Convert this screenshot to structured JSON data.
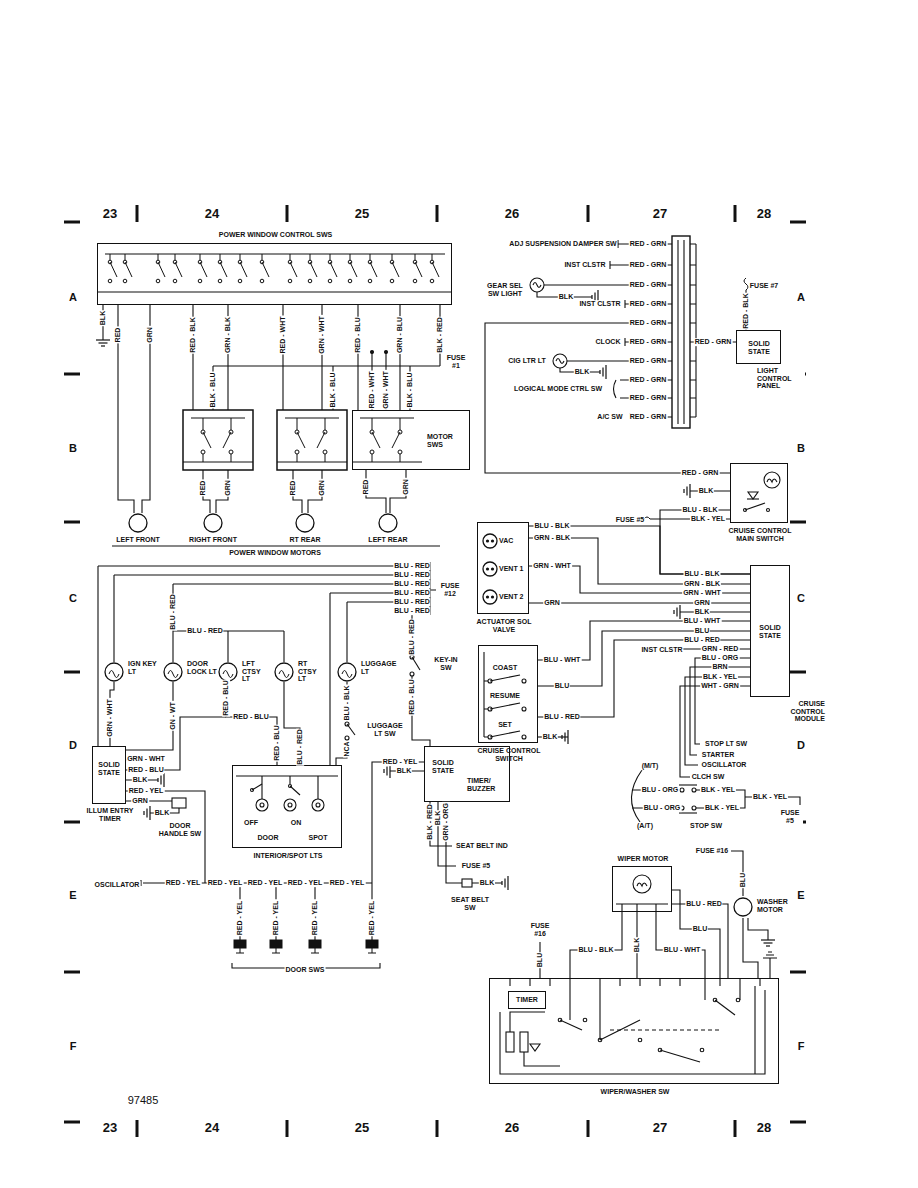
{
  "diagram": {
    "nodes": [
      {
        "text": [
          "POWER WINDOW CONTROL SWS"
        ]
      },
      {
        "text": [
          "MOTOR SWS"
        ]
      },
      {
        "text": [
          "LEFT FRONT"
        ]
      },
      {
        "text": [
          "RIGHT FRONT"
        ]
      },
      {
        "text": [
          "RT REAR"
        ]
      },
      {
        "text": [
          "LEFT REAR"
        ]
      },
      {
        "text": [
          "SOLID STATE",
          "LIGHT CONTROL PANEL"
        ]
      },
      {
        "text": [
          "CRUISE CONTROL MAIN SWITCH"
        ]
      },
      {
        "text": [
          "ACTUATOR SOL VALVE"
        ]
      },
      {
        "text": [
          "VAC"
        ],
        "in": 8
      },
      {
        "text": [
          "VENT 1"
        ],
        "in": 8
      },
      {
        "text": [
          "VENT 2"
        ],
        "in": 8
      },
      {
        "text": [
          "SOLID STATE",
          "CRUISE CONTROL MODULE"
        ]
      },
      {
        "text": [
          "CRUISE CONTROL SWITCH"
        ]
      },
      {
        "text": [
          "IGN KEY LT"
        ]
      },
      {
        "text": [
          "DOOR LOCK LT"
        ]
      },
      {
        "text": [
          "LFT CTSY LT"
        ]
      },
      {
        "text": [
          "RT CTSY LT"
        ]
      },
      {
        "text": [
          "LUGGAGE LT"
        ]
      },
      {
        "text": [
          "SOLID STATE",
          "ILLUM ENTRY TIMER"
        ]
      },
      {
        "text": [
          "INTERIOR/SPOT LTS"
        ]
      },
      {
        "text": [
          "SOLID STATE",
          "TIMER/ BUZZER"
        ]
      },
      {
        "text": [
          "WIPER MOTOR"
        ]
      },
      {
        "text": [
          "WASHER MOTOR"
        ]
      },
      {
        "text": [
          "WIPER/WASHER SW"
        ]
      },
      {
        "text": [
          "TIMER"
        ],
        "in": 24
      }
    ],
    "edges": [
      {
        "from": 0,
        "to": 2,
        "arrow": "none",
        "label": "RED"
      },
      {
        "from": 0,
        "to": 2,
        "arrow": "none",
        "label": "GRN"
      },
      {
        "from": 0,
        "to": 1,
        "arrow": "none",
        "label": "RED - BLU"
      },
      {
        "from": 0,
        "to": 1,
        "arrow": "none",
        "label": "GRN - BLU"
      },
      {
        "from": 1,
        "to": 5,
        "arrow": "none",
        "label": "RED"
      },
      {
        "from": 1,
        "to": 5,
        "arrow": "none",
        "label": "GRN"
      },
      {
        "from": 7,
        "to": 12,
        "arrow": "none",
        "label": "BLU - BLK"
      },
      {
        "from": 8,
        "to": 12,
        "arrow": "none",
        "label": "BLU - BLK"
      },
      {
        "from": 8,
        "to": 12,
        "arrow": "none",
        "label": "GRN - BLK"
      },
      {
        "from": 8,
        "to": 12,
        "arrow": "none",
        "label": "GRN - WHT"
      },
      {
        "from": 8,
        "to": 12,
        "arrow": "none",
        "label": "GRN"
      },
      {
        "from": 13,
        "to": 12,
        "arrow": "none",
        "label": "BLU - WHT"
      },
      {
        "from": 13,
        "to": 12,
        "arrow": "none",
        "label": "BLU"
      },
      {
        "from": 13,
        "to": 12,
        "arrow": "none",
        "label": "BLU - RED"
      },
      {
        "from": 22,
        "to": 24,
        "arrow": "none",
        "label": "BLK"
      },
      {
        "from": 22,
        "to": 24,
        "arrow": "none",
        "label": "BLU - WHT"
      },
      {
        "from": 22,
        "to": 24,
        "arrow": "none",
        "label": "BLU - BLK"
      },
      {
        "from": 23,
        "to": 24,
        "arrow": "none"
      },
      {
        "from": 19,
        "to": 14,
        "arrow": "none",
        "label": "GRN - WHT"
      },
      {
        "from": 19,
        "to": 15,
        "arrow": "none",
        "label": "GN - WT"
      },
      {
        "from": 16,
        "to": 20,
        "arrow": "none",
        "label": "RED - BLU"
      },
      {
        "from": 17,
        "to": 20,
        "arrow": "none",
        "label": "BLU - RED"
      }
    ],
    "labels": [
      "23",
      "24",
      "25",
      "26",
      "27",
      "28",
      "A",
      "B",
      "C",
      "D",
      "E",
      "F",
      "A",
      "B",
      "C",
      "D",
      "E",
      "F",
      "23",
      "24",
      "25",
      "26",
      "27",
      "28",
      "97485",
      "BLK",
      "RED - BLK",
      "GRN - BLK",
      "RED - WHT",
      "GRN - WHT",
      "BLK - RED",
      "FUSE #1",
      "BLK - BLU",
      "BLK - BLU",
      "RED - WHT",
      "GRN - WHT",
      "BLK - BLU",
      "RED",
      "GRN",
      "RED",
      "GRN",
      "POWER WINDOW MOTORS",
      "ADJ SUSPENSION DAMPER SW",
      "RED - GRN",
      "INST CLSTR",
      "RED - GRN",
      "GEAR SEL SW LIGHT",
      "BLK",
      "RED - GRN",
      "INST CLSTR",
      "RED - GRN",
      "RED - GRN",
      "CLOCK",
      "RED - GRN",
      "RED - GRN",
      "CIG LTR LT",
      "BLK",
      "RED - GRN",
      "LOGICAL MODE CTRL SW",
      "RED - GRN",
      "A/C SW",
      "RED - GRN",
      "RED - GRN",
      "FUSE #7",
      "RED - BLK",
      "RED - GRN",
      "BLK",
      "FUSE #5",
      "BLK - YEL",
      "BLU - BLK",
      "GRN - BLK",
      "GRN - WHT",
      "GRN",
      "BLK",
      "BLU - WHT",
      "BLU",
      "BLU - RED",
      "INST CLSTR",
      "GRN - RED",
      "BLU - ORG",
      "BRN",
      "BLK - YEL",
      "WHT - GRN",
      "STOP LT SW",
      "STARTER",
      "OSCILLATOR",
      "(M/T)",
      "CLCH SW",
      "BLU - ORG",
      "BLK - YEL",
      "BLK - YEL",
      "BLU - ORG",
      "BLK - YEL",
      "(A/T)",
      "STOP SW",
      "FUSE #5",
      "COAST",
      "RESUME",
      "SET",
      "BLK",
      "FUSE #16",
      "BLU",
      "BLU",
      "BLU - RED",
      "FUSE #16",
      "BLU",
      "BLU - RED",
      "BLU - RED",
      "BLU - RED",
      "BLU - RED",
      "BLU - RED",
      "BLU - RED",
      "FUSE #12",
      "BLU - RED",
      "BLU - RED",
      "BLU - RED",
      "KEY-IN SW",
      "BLU - BLK",
      "LUGGAGE LT SW",
      "RED - BLU",
      "RED - BLU",
      "RED - BLU",
      "NCA",
      "GRN - WHT",
      "RED - BLU",
      "BLK",
      "RED - YEL",
      "GRN",
      "BLK",
      "DOOR HANDLE SW",
      "OFF",
      "ON",
      "DOOR",
      "SPOT",
      "RED - YEL",
      "BLK",
      "BLK - RED",
      "BLK",
      "GRN - ORG",
      "SEAT BELT IND",
      "FUSE #5",
      "BLK",
      "SEAT BELT SW",
      "OSCILLATOR",
      "RED - YEL",
      "RED - YEL",
      "RED - YEL",
      "RED - YEL",
      "RED - YEL",
      "RED - YEL",
      "RED - YEL",
      "RED - YEL",
      "RED - YEL",
      "DOOR SWS"
    ]
  }
}
